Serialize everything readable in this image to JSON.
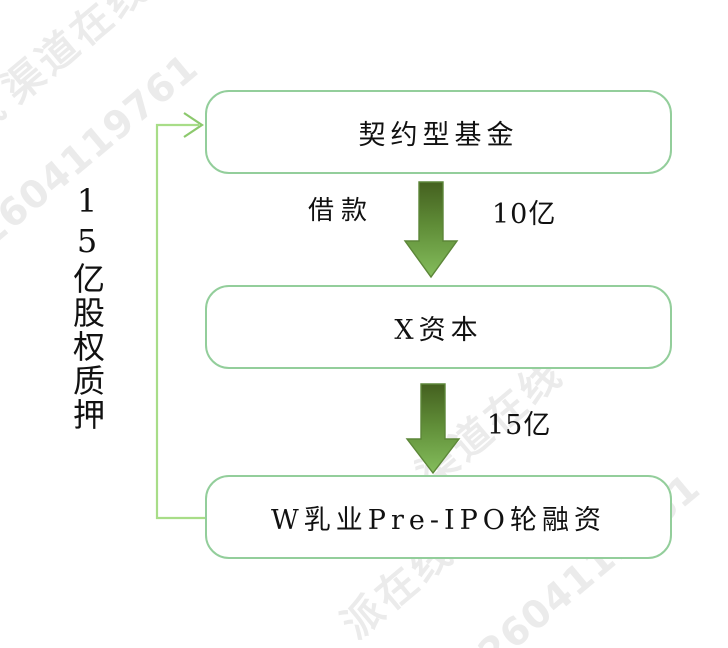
{
  "diagram": {
    "type": "flowchart",
    "title": "",
    "nodes": [
      {
        "id": "fund",
        "label": "契约型基金"
      },
      {
        "id": "capital",
        "label": "X资本"
      },
      {
        "id": "target",
        "label": "W乳业Pre-IPO轮融资"
      }
    ],
    "flows": [
      {
        "from": "fund",
        "to": "capital",
        "label": "借款",
        "amount": "10亿",
        "direction": "down"
      },
      {
        "from": "capital",
        "to": "target",
        "label": "",
        "amount": "15亿",
        "direction": "down"
      },
      {
        "from": "target",
        "to": "fund",
        "label": "15亿股权质押",
        "amount": "",
        "direction": "up-left-loop"
      }
    ],
    "pledge_label": "15亿股权质押",
    "colors": {
      "box_border": "#93ce9b",
      "arrow_top": "#4a6628",
      "arrow_bottom": "#7cb551",
      "arrow_outline": "#5e8a3a",
      "loop_line": "#a8dd88",
      "text": "#111111",
      "background": "#ffffff",
      "watermark": "#ebebeb"
    }
  },
  "watermarks": {
    "text_a": "渠道在线",
    "text_b": "在线",
    "text_c": "2604119761",
    "text_d": "渠道在线",
    "text_e": "派在线",
    "text_f": "2604119761"
  }
}
